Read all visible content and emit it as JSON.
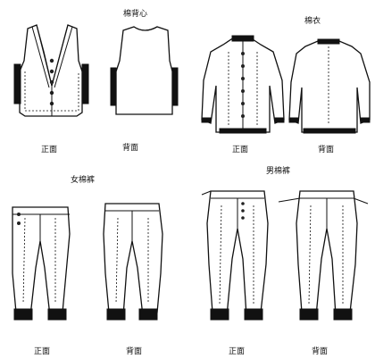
{
  "sections": {
    "vest": {
      "title": "棉背心",
      "front": "正面",
      "back_annotation": "背面"
    },
    "jacket": {
      "title": "棉衣",
      "front": "正面",
      "back": "背面"
    },
    "women_pants": {
      "title": "女棉裤",
      "front": "正面",
      "back": "背面"
    },
    "men_pants": {
      "title": "男棉裤",
      "front": "正面",
      "back": "背面"
    }
  }
}
